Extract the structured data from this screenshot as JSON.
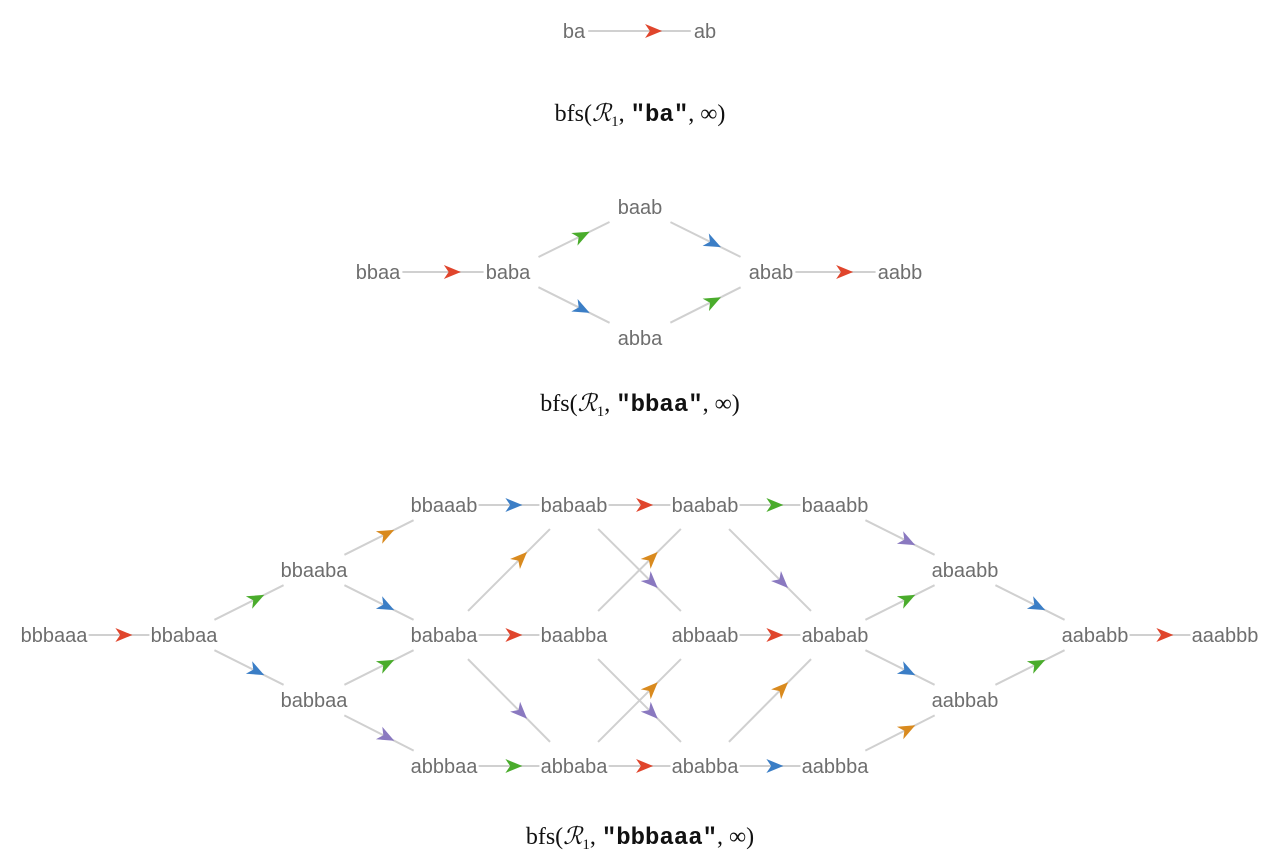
{
  "colors": {
    "red": "#e0452c",
    "green": "#4aac2c",
    "blue": "#3b7ec6",
    "orange": "#d98a1e",
    "purple": "#8a79c0",
    "edge": "#d0d0d0",
    "label": "#6e6e6e"
  },
  "diagrams": [
    {
      "caption": {
        "prefix": "bfs(",
        "rule": "ℛ",
        "sub": "1",
        "mid": ", ",
        "arg": "\"ba\"",
        "suffix": ", ∞)"
      },
      "nodes": [
        "ba",
        "ab"
      ],
      "edges": [
        {
          "from": "ba",
          "to": "ab",
          "color": "red"
        }
      ]
    },
    {
      "caption": {
        "prefix": "bfs(",
        "rule": "ℛ",
        "sub": "1",
        "mid": ", ",
        "arg": "\"bbaa\"",
        "suffix": ", ∞)"
      },
      "nodes": [
        "bbaa",
        "baba",
        "baab",
        "abba",
        "abab",
        "aabb"
      ],
      "edges": [
        {
          "from": "bbaa",
          "to": "baba",
          "color": "red"
        },
        {
          "from": "baba",
          "to": "baab",
          "color": "green"
        },
        {
          "from": "baba",
          "to": "abba",
          "color": "blue"
        },
        {
          "from": "baab",
          "to": "abab",
          "color": "blue"
        },
        {
          "from": "abba",
          "to": "abab",
          "color": "green"
        },
        {
          "from": "abab",
          "to": "aabb",
          "color": "red"
        }
      ]
    },
    {
      "caption": {
        "prefix": "bfs(",
        "rule": "ℛ",
        "sub": "1",
        "mid": ", ",
        "arg": "\"bbbaaa\"",
        "suffix": ", ∞)"
      },
      "nodes": [
        "bbbaaa",
        "bbabaa",
        "bbaaba",
        "babbaa",
        "bbaaab",
        "bababa",
        "abbbaa",
        "babaab",
        "baabba",
        "abbaba",
        "baabab",
        "abbaab",
        "ababba",
        "baaabb",
        "ababab",
        "aabbba",
        "abaabb",
        "aabbab",
        "aababb",
        "aaabbb"
      ],
      "edges": [
        {
          "from": "bbbaaa",
          "to": "bbabaa",
          "color": "red"
        },
        {
          "from": "bbabaa",
          "to": "bbaaba",
          "color": "green"
        },
        {
          "from": "bbabaa",
          "to": "babbaa",
          "color": "blue"
        },
        {
          "from": "bbaaba",
          "to": "bbaaab",
          "color": "orange"
        },
        {
          "from": "bbaaba",
          "to": "bababa",
          "color": "blue"
        },
        {
          "from": "babbaa",
          "to": "bababa",
          "color": "green"
        },
        {
          "from": "babbaa",
          "to": "abbbaa",
          "color": "purple"
        },
        {
          "from": "bbaaab",
          "to": "babaab",
          "color": "blue"
        },
        {
          "from": "bababa",
          "to": "babaab",
          "color": "orange"
        },
        {
          "from": "bababa",
          "to": "baabba",
          "color": "red"
        },
        {
          "from": "bababa",
          "to": "abbaba",
          "color": "purple"
        },
        {
          "from": "abbbaa",
          "to": "abbaba",
          "color": "green"
        },
        {
          "from": "babaab",
          "to": "baabab",
          "color": "red"
        },
        {
          "from": "babaab",
          "to": "abbaab",
          "color": "purple"
        },
        {
          "from": "baabba",
          "to": "baabab",
          "color": "orange"
        },
        {
          "from": "baabba",
          "to": "ababba",
          "color": "purple"
        },
        {
          "from": "abbaba",
          "to": "abbaab",
          "color": "orange"
        },
        {
          "from": "abbaba",
          "to": "ababba",
          "color": "red"
        },
        {
          "from": "baabab",
          "to": "baaabb",
          "color": "green"
        },
        {
          "from": "baabab",
          "to": "ababab",
          "color": "purple"
        },
        {
          "from": "abbaab",
          "to": "ababab",
          "color": "red"
        },
        {
          "from": "ababba",
          "to": "ababab",
          "color": "orange"
        },
        {
          "from": "ababba",
          "to": "aabbba",
          "color": "blue"
        },
        {
          "from": "baaabb",
          "to": "abaabb",
          "color": "purple"
        },
        {
          "from": "ababab",
          "to": "abaabb",
          "color": "green"
        },
        {
          "from": "ababab",
          "to": "aabbab",
          "color": "blue"
        },
        {
          "from": "aabbba",
          "to": "aabbab",
          "color": "orange"
        },
        {
          "from": "abaabb",
          "to": "aababb",
          "color": "blue"
        },
        {
          "from": "aabbab",
          "to": "aababb",
          "color": "green"
        },
        {
          "from": "aababb",
          "to": "aaabbb",
          "color": "red"
        }
      ]
    }
  ]
}
